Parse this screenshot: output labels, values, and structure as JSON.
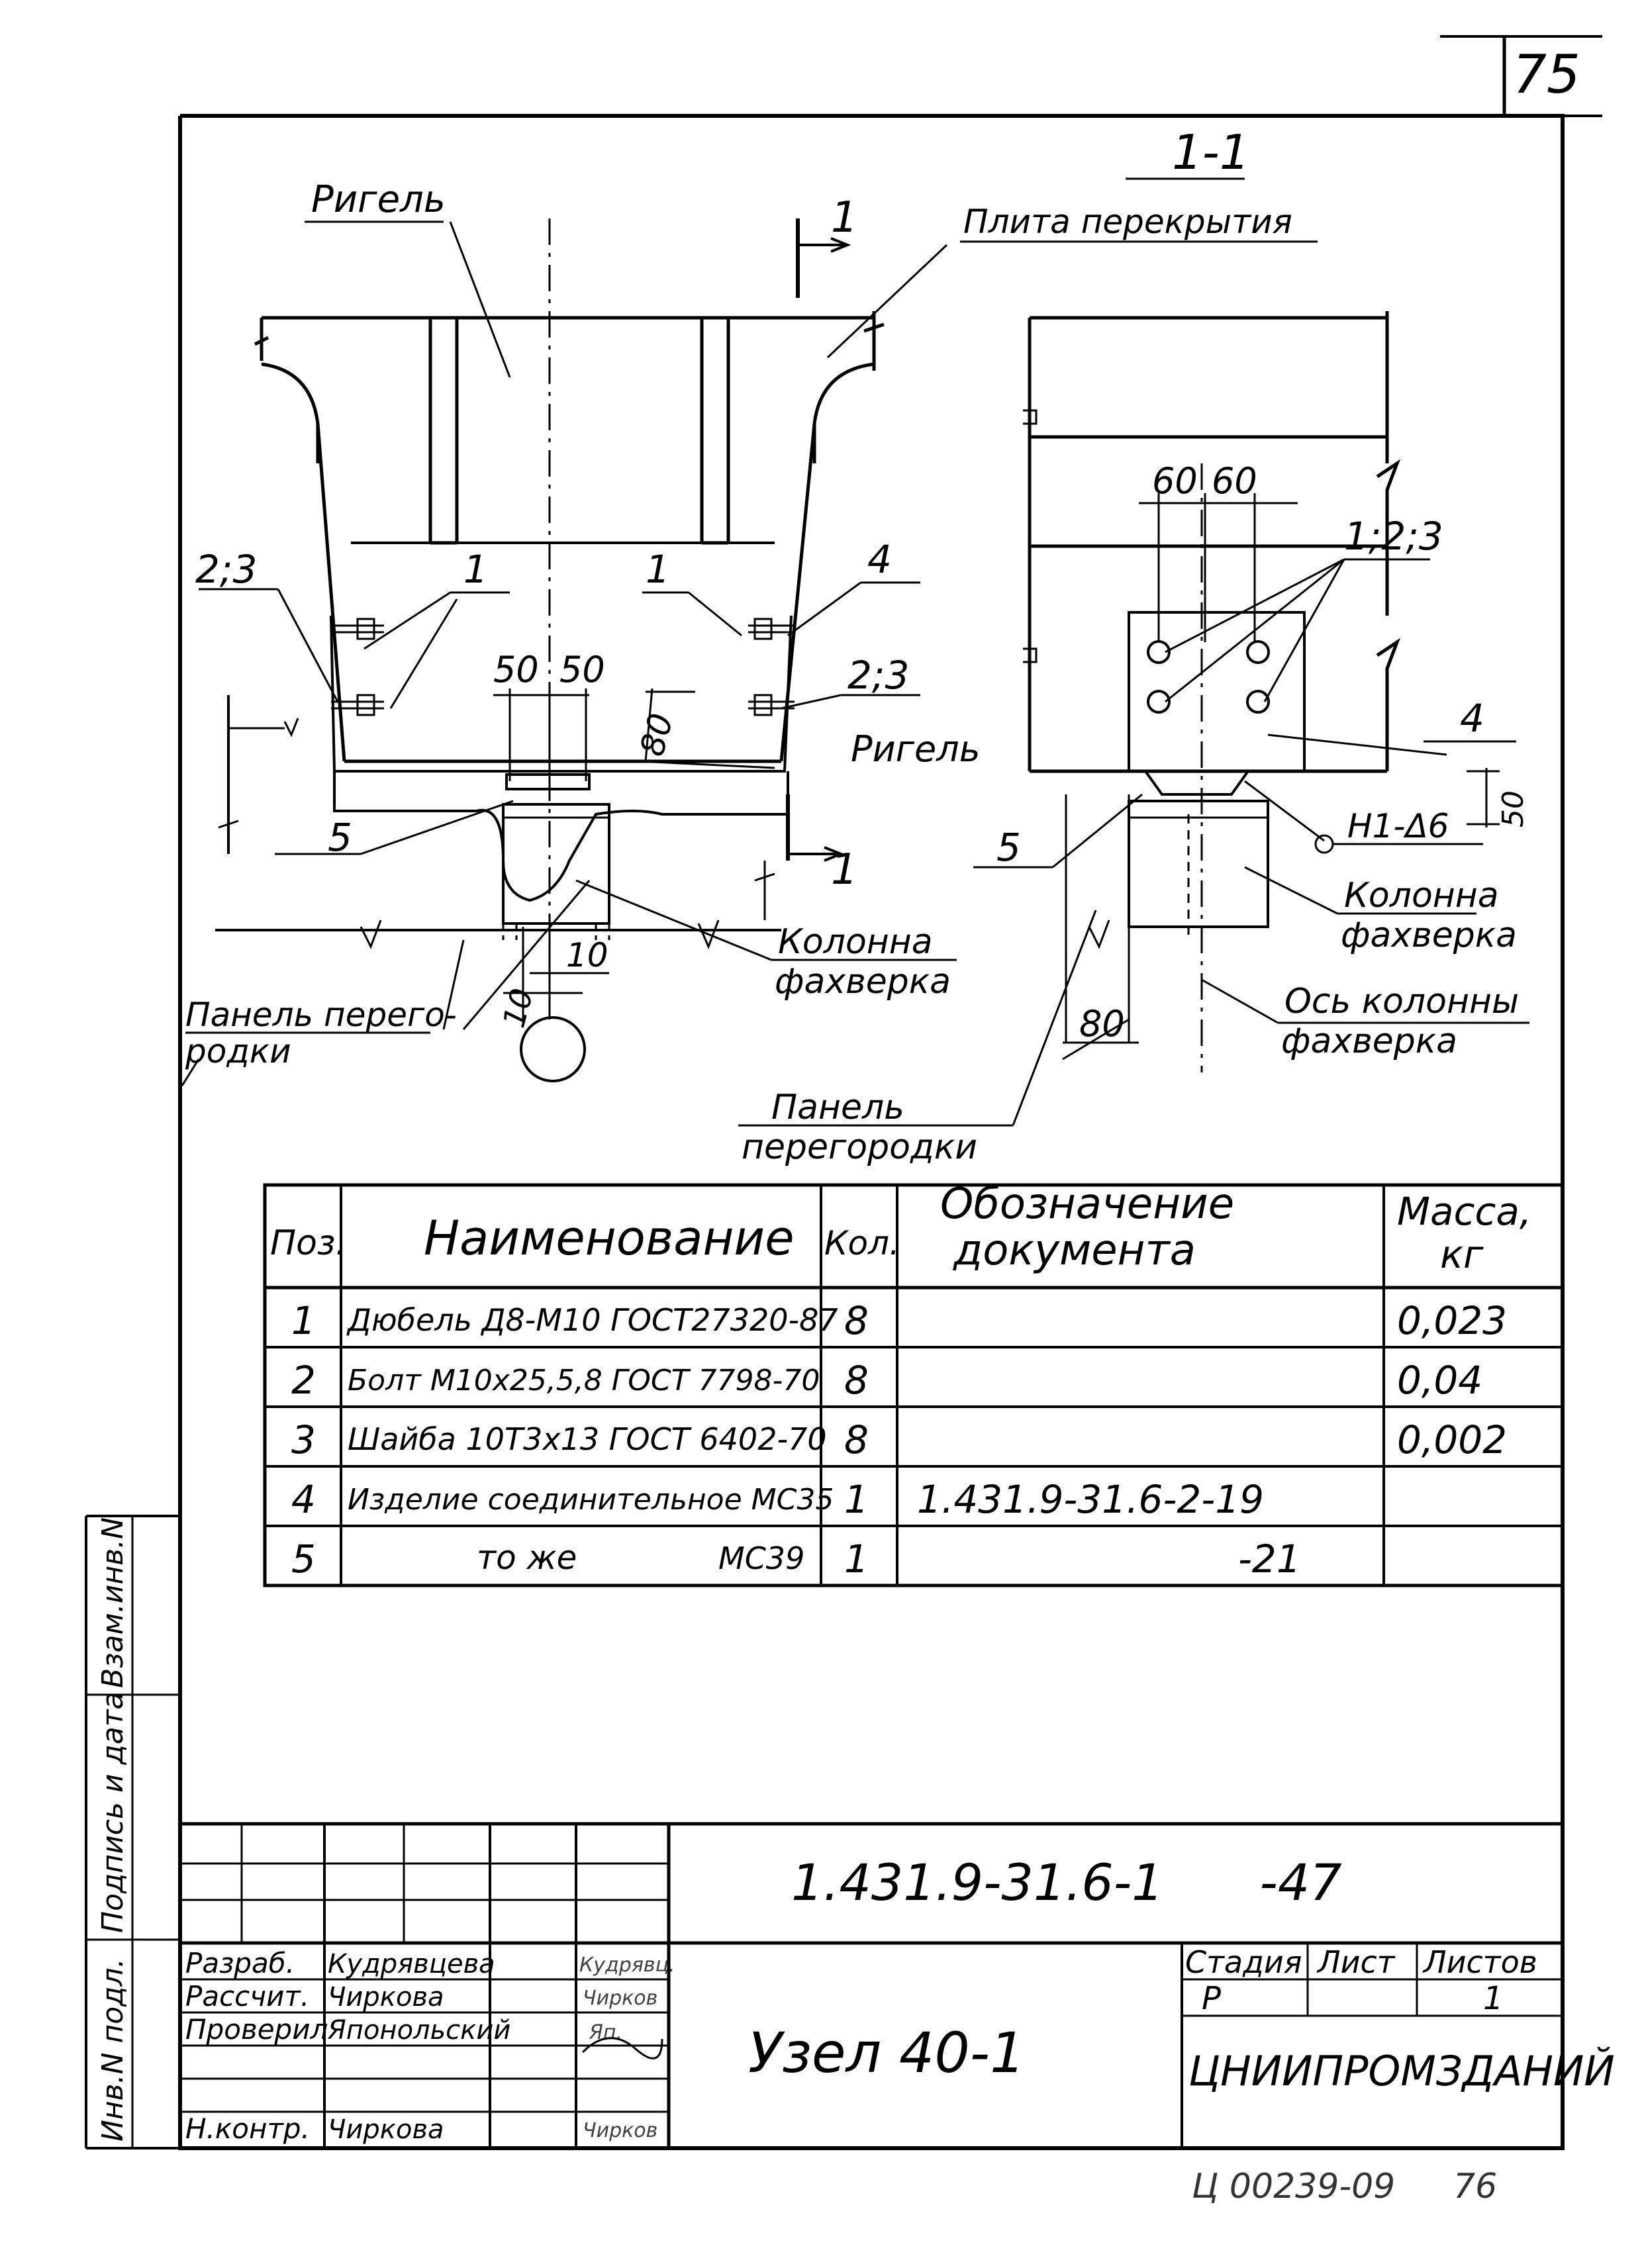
{
  "sheet": {
    "page_number": "75",
    "bottom_stamp": "Ц 00239-09",
    "bottom_page": "76"
  },
  "drawing_left": {
    "label_rigel": "Ригель",
    "label_plita": "Плита перекрытия",
    "section_mark": "1",
    "pos_1": "1",
    "pos_4": "4",
    "pos_5": "5",
    "pos_23_left": "2;3",
    "pos_23_right": "2;3",
    "dim_50a": "50",
    "dim_50b": "50",
    "dim_80": "80",
    "dim_10a": "10",
    "dim_10b": "10",
    "label_rigel_2": "Ригель",
    "label_kolonna_l1": "Колонна",
    "label_kolonna_l2": "фахверка",
    "label_panel_l1": "Панель перего-",
    "label_panel_l2": "родки"
  },
  "drawing_right": {
    "section_title": "1-1",
    "dim_60a": "60",
    "dim_60b": "60",
    "pos_123": "1;2;3",
    "pos_4": "4",
    "dim_50": "50",
    "weld": "Н1-Δ6",
    "pos_5": "5",
    "dim_80": "80",
    "label_kolonna_l1": "Колонна",
    "label_kolonna_l2": "фахверка",
    "label_os_l1": "Ось колонны",
    "label_os_l2": "фахверка",
    "label_panel_l1": "Панель",
    "label_panel_l2": "перегородки"
  },
  "spec": {
    "headers": {
      "pos": "Поз.",
      "name": "Наименование",
      "qty": "Кол.",
      "doc_l1": "Обозначение",
      "doc_l2": "документа",
      "mass_l1": "Масса,",
      "mass_l2": "кг"
    },
    "rows": [
      {
        "pos": "1",
        "name": "Дюбель Д8-М10 ГОСТ27320-87",
        "qty": "8",
        "doc": "",
        "mass": "0,023"
      },
      {
        "pos": "2",
        "name": "Болт М10х25,5,8 ГОСТ 7798-70",
        "qty": "8",
        "doc": "",
        "mass": "0,04"
      },
      {
        "pos": "3",
        "name": "Шайба 10Т3х13 ГОСТ 6402-70",
        "qty": "8",
        "doc": "",
        "mass": "0,002"
      },
      {
        "pos": "4",
        "name": "Изделие соединительное МС35",
        "qty": "1",
        "doc": "1.431.9-31.6-2-19",
        "mass": ""
      },
      {
        "pos": "5",
        "name": "то же",
        "name_code": "МС39",
        "qty": "1",
        "doc": "-21",
        "mass": ""
      }
    ]
  },
  "side_stamp": {
    "a": "Инв.N подл.",
    "b": "Подпись и дата",
    "c": "Взам.инв.N"
  },
  "title_block": {
    "designation": "1.431.9-31.6-1      -47",
    "title": "Узел 40-1",
    "org": "ЦНИИПРОМЗДАНИЙ",
    "stage_h": "Стадия",
    "sheet_h": "Лист",
    "sheets_h": "Листов",
    "stage_v": "Р",
    "sheets_v": "1",
    "roles": [
      {
        "role": "Разраб.",
        "name": "Кудрявцева",
        "sign": "Кудрявц."
      },
      {
        "role": "Рассчит.",
        "name": "Чиркова",
        "sign": "Чирков"
      },
      {
        "role": "Проверил",
        "name": "Японольский",
        "sign": "Яп."
      },
      {
        "role": "",
        "name": "",
        "sign": ""
      },
      {
        "role": "Н.контр.",
        "name": "Чиркова",
        "sign": "Чирков"
      }
    ]
  }
}
